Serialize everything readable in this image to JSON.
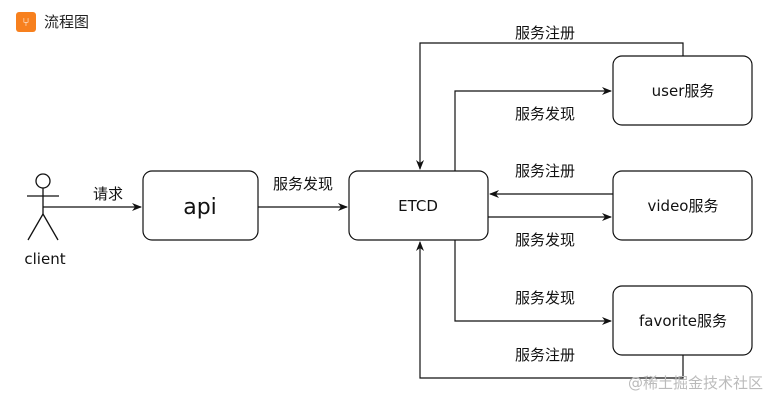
{
  "header": {
    "title": "流程图",
    "icon": "flowchart-icon",
    "icon_color": "#f7801e"
  },
  "actor": {
    "label": "client"
  },
  "nodes": {
    "api": "api",
    "etcd": "ETCD",
    "user": "user服务",
    "video": "video服务",
    "favorite": "favorite服务"
  },
  "edges": {
    "client_api": "请求",
    "api_etcd": "服务发现",
    "user_register": "服务注册",
    "user_discover": "服务发现",
    "video_register": "服务注册",
    "video_discover": "服务发现",
    "favorite_discover": "服务发现",
    "favorite_register": "服务注册"
  },
  "watermark": "@稀土掘金技术社区"
}
